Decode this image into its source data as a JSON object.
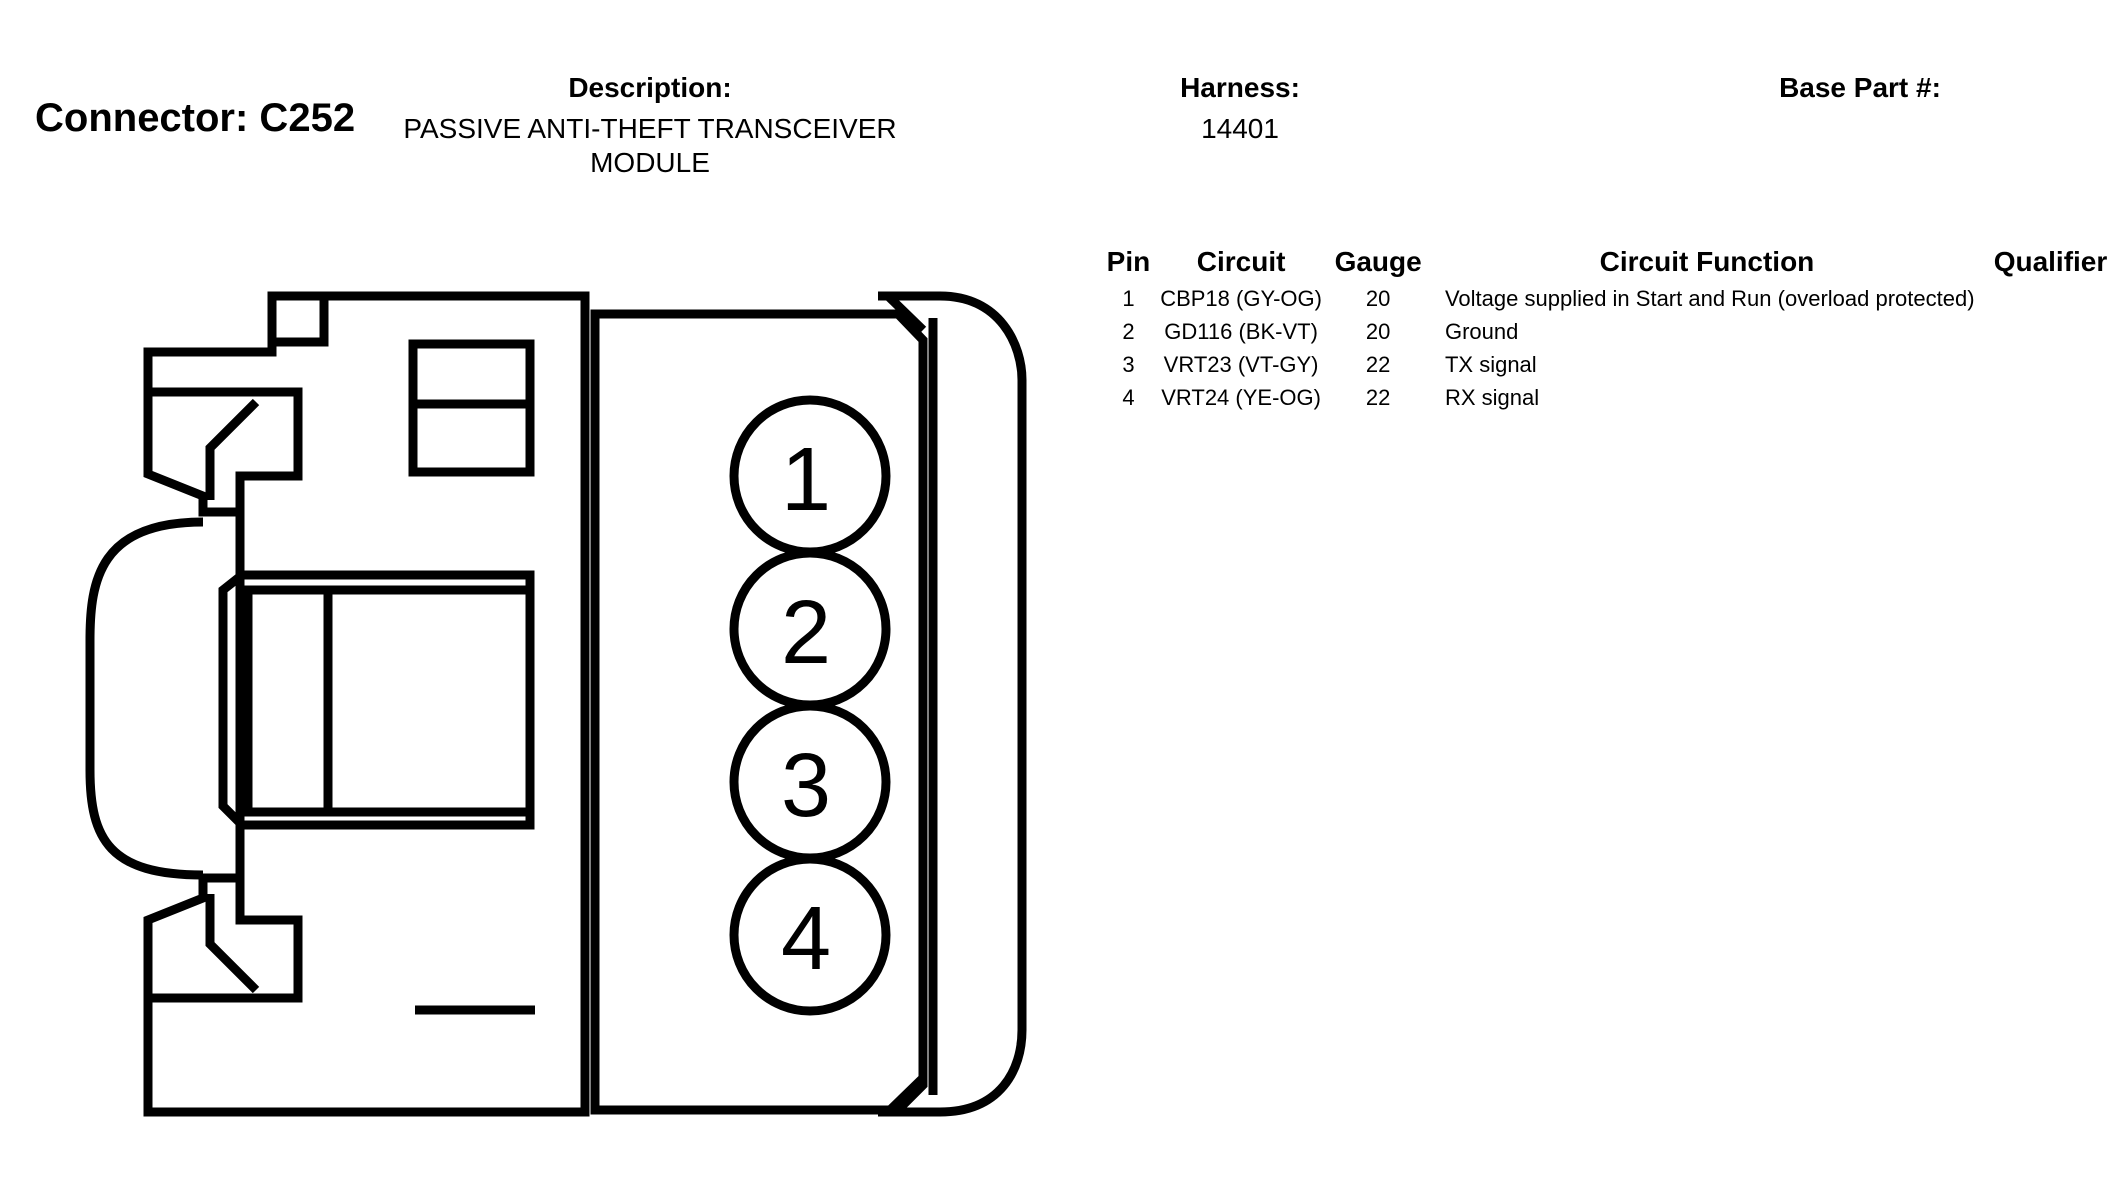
{
  "header": {
    "connector_title": "Connector: C252",
    "description_label": "Description:",
    "description_line1": "PASSIVE ANTI-THEFT TRANSCEIVER",
    "description_line2": "MODULE",
    "harness_label": "Harness:",
    "harness_value": "14401",
    "base_part_label": "Base Part #:"
  },
  "table": {
    "columns": [
      "Pin",
      "Circuit",
      "Gauge",
      "Circuit Function",
      "Qualifier"
    ],
    "rows": [
      {
        "pin": "1",
        "circuit": "CBP18 (GY-OG)",
        "gauge": "20",
        "function": "Voltage supplied in Start and Run (overload protected)",
        "qualifier": ""
      },
      {
        "pin": "2",
        "circuit": "GD116 (BK-VT)",
        "gauge": "20",
        "function": "Ground",
        "qualifier": ""
      },
      {
        "pin": "3",
        "circuit": "VRT23 (VT-GY)",
        "gauge": "22",
        "function": "TX signal",
        "qualifier": ""
      },
      {
        "pin": "4",
        "circuit": "VRT24 (YE-OG)",
        "gauge": "22",
        "function": "RX signal",
        "qualifier": ""
      }
    ]
  },
  "diagram": {
    "pin_labels": [
      "1",
      "2",
      "3",
      "4"
    ],
    "line_color": "#000000",
    "background": "#ffffff"
  }
}
